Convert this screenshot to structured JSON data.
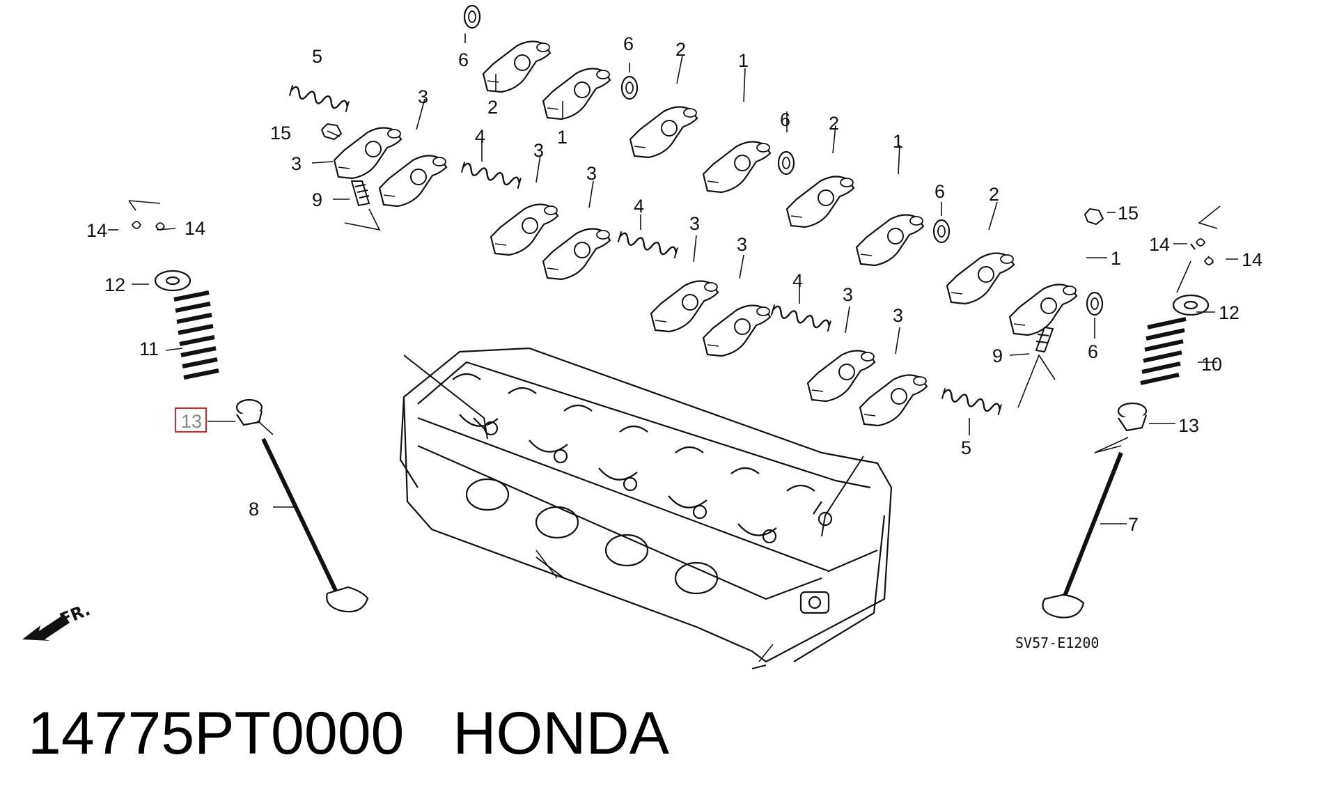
{
  "diagram": {
    "callouts": [
      {
        "id": "c-5a",
        "label": "5"
      },
      {
        "id": "c-6a",
        "label": "6"
      },
      {
        "id": "c-2a",
        "label": "2"
      },
      {
        "id": "c-1a",
        "label": "1"
      },
      {
        "id": "c-6b",
        "label": "6"
      },
      {
        "id": "c-2b",
        "label": "2"
      },
      {
        "id": "c-1b",
        "label": "1"
      },
      {
        "id": "c-6c",
        "label": "6"
      },
      {
        "id": "c-2c",
        "label": "2"
      },
      {
        "id": "c-1c",
        "label": "1"
      },
      {
        "id": "c-6d",
        "label": "6"
      },
      {
        "id": "c-2d",
        "label": "2"
      },
      {
        "id": "c-15a",
        "label": "15"
      },
      {
        "id": "c-3a",
        "label": "3"
      },
      {
        "id": "c-3b",
        "label": "3"
      },
      {
        "id": "c-9a",
        "label": "9"
      },
      {
        "id": "c-4a",
        "label": "4"
      },
      {
        "id": "c-3c",
        "label": "3"
      },
      {
        "id": "c-3d",
        "label": "3"
      },
      {
        "id": "c-4b",
        "label": "4"
      },
      {
        "id": "c-3e",
        "label": "3"
      },
      {
        "id": "c-3f",
        "label": "3"
      },
      {
        "id": "c-4c",
        "label": "4"
      },
      {
        "id": "c-3g",
        "label": "3"
      },
      {
        "id": "c-3h",
        "label": "3"
      },
      {
        "id": "c-5b",
        "label": "5"
      },
      {
        "id": "c-15b",
        "label": "15"
      },
      {
        "id": "c-1d",
        "label": "1"
      },
      {
        "id": "c-9b",
        "label": "9"
      },
      {
        "id": "c-6e",
        "label": "6"
      },
      {
        "id": "c-14a",
        "label": "14"
      },
      {
        "id": "c-14b",
        "label": "14"
      },
      {
        "id": "c-12a",
        "label": "12"
      },
      {
        "id": "c-11",
        "label": "11"
      },
      {
        "id": "c-13a",
        "label": "13",
        "highlighted": true
      },
      {
        "id": "c-8",
        "label": "8"
      },
      {
        "id": "c-14c",
        "label": "14"
      },
      {
        "id": "c-14d",
        "label": "14"
      },
      {
        "id": "c-12b",
        "label": "12"
      },
      {
        "id": "c-10",
        "label": "10"
      },
      {
        "id": "c-13b",
        "label": "13"
      },
      {
        "id": "c-7",
        "label": "7"
      }
    ],
    "front_marker": "FR.",
    "diagram_code": "SV57-E1200",
    "highlight_color": "#e0242a"
  },
  "caption": {
    "part_number": "14775PT0000",
    "brand": "HONDA"
  }
}
